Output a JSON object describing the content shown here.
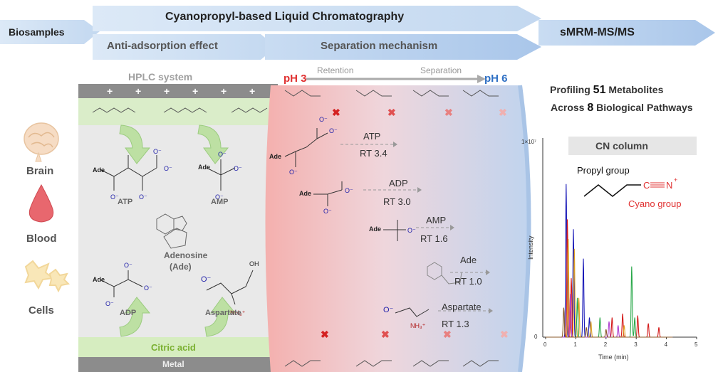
{
  "banner": {
    "biosamples": "Biosamples",
    "lc": "Cyanopropyl-based Liquid Chromatography",
    "ms": "sMRM-MS/MS",
    "anti": "Anti-adsorption effect",
    "sep": "Separation mechanism"
  },
  "samples": [
    "Brain",
    "Blood",
    "Cells"
  ],
  "hplc": {
    "title": "HPLC system",
    "citric": "Citric acid",
    "metal": "Metal",
    "labels": {
      "atp": "ATP",
      "amp": "AMP",
      "adenosine": "Adenosine",
      "ade": "(Ade)",
      "adp": "ADP",
      "aspartate": "Aspartate"
    }
  },
  "column": {
    "ph3": "pH 3",
    "ph6": "pH 6",
    "retention": "Retention",
    "separation": "Separation",
    "rows": [
      {
        "name": "ATP",
        "rt": "RT 3.4"
      },
      {
        "name": "ADP",
        "rt": "RT 3.0"
      },
      {
        "name": "AMP",
        "rt": "RT 1.6"
      },
      {
        "name": "Ade",
        "rt": "RT 1.0"
      },
      {
        "name": "Aspartate",
        "rt": "RT 1.3"
      }
    ]
  },
  "profiling": {
    "line1_a": "Profiling ",
    "line1_b": "51",
    "line1_c": " Metabolites",
    "line2_a": "Across ",
    "line2_b": "8",
    "line2_c": " Biological Pathways"
  },
  "cn": {
    "title": "CN column",
    "propyl": "Propyl group",
    "cyano": "Cyano group"
  },
  "chart_data": {
    "type": "line",
    "xlabel": "Time (min)",
    "ylabel": "Intensity",
    "xlim": [
      0,
      5
    ],
    "xticks": [
      "0",
      "1",
      "2",
      "3",
      "4",
      "5"
    ],
    "ymax_label": "1×10⁷",
    "ymin_label": "0",
    "series": [
      {
        "color": "#1a1ab8",
        "peaks": [
          [
            0.68,
            0.78
          ],
          [
            0.92,
            0.55
          ],
          [
            1.25,
            0.4
          ],
          [
            1.45,
            0.1
          ]
        ]
      },
      {
        "color": "#d41a1a",
        "peaks": [
          [
            0.72,
            0.6
          ],
          [
            0.85,
            0.3
          ],
          [
            2.2,
            0.1
          ],
          [
            2.55,
            0.12
          ],
          [
            3.05,
            0.11
          ],
          [
            3.4,
            0.07
          ],
          [
            3.75,
            0.05
          ]
        ]
      },
      {
        "color": "#e0a020",
        "peaks": [
          [
            0.75,
            0.5
          ],
          [
            0.95,
            0.45
          ],
          [
            1.1,
            0.2
          ],
          [
            1.5,
            0.08
          ],
          [
            2.6,
            0.06
          ]
        ]
      },
      {
        "color": "#2aa84a",
        "peaks": [
          [
            1.05,
            0.2
          ],
          [
            1.8,
            0.1
          ],
          [
            2.85,
            0.36
          ],
          [
            2.95,
            0.1
          ]
        ]
      },
      {
        "color": "#b040d0",
        "peaks": [
          [
            0.82,
            0.22
          ],
          [
            2.1,
            0.08
          ],
          [
            2.4,
            0.06
          ]
        ]
      },
      {
        "color": "#8a5a2a",
        "peaks": [
          [
            0.6,
            0.15
          ],
          [
            1.35,
            0.05
          ],
          [
            2.0,
            0.04
          ]
        ]
      }
    ]
  }
}
